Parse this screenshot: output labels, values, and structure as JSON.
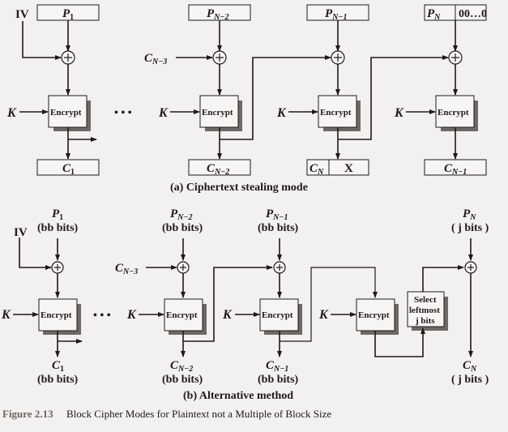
{
  "figure": {
    "number": "Figure 2.13",
    "title": "Block Cipher Modes for Plaintext not a Multiple of Block Size"
  },
  "part_a": {
    "caption": "(a) Ciphertext stealing mode",
    "iv": "IV",
    "key": "K",
    "encrypt": "Encrypt",
    "ellipsis": "• • •",
    "inputs": {
      "p1": {
        "base": "P",
        "sub": "1"
      },
      "pn2": {
        "base": "P",
        "sub": "N−2"
      },
      "pn1": {
        "base": "P",
        "sub": "N−1"
      },
      "pn": {
        "base": "P",
        "sub": "N",
        "pad": "00…0"
      }
    },
    "chain_in": {
      "base": "C",
      "sub": "N−3"
    },
    "outputs": {
      "c1": {
        "base": "C",
        "sub": "1"
      },
      "cn2": {
        "base": "C",
        "sub": "N−2"
      },
      "cn": {
        "base": "C",
        "sub": "N",
        "discard": "X"
      },
      "cn1": {
        "base": "C",
        "sub": "N−1"
      }
    }
  },
  "part_b": {
    "caption": "(b) Alternative method",
    "iv": "IV",
    "key": "K",
    "encrypt": "Encrypt",
    "ellipsis": "• • •",
    "select_lines": [
      "Select",
      "leftmost",
      "j bits"
    ],
    "bb_bits": "(bb bits)",
    "j_bits": "( j bits )",
    "inputs": {
      "p1": {
        "base": "P",
        "sub": "1"
      },
      "pn2": {
        "base": "P",
        "sub": "N−2"
      },
      "pn1": {
        "base": "P",
        "sub": "N−1"
      },
      "pn": {
        "base": "P",
        "sub": "N"
      }
    },
    "chain_in": {
      "base": "C",
      "sub": "N−3"
    },
    "outputs": {
      "c1": {
        "base": "C",
        "sub": "1"
      },
      "cn2": {
        "base": "C",
        "sub": "N−2"
      },
      "cn1": {
        "base": "C",
        "sub": "N−1"
      },
      "cn": {
        "base": "C",
        "sub": "N"
      }
    }
  },
  "colors": {
    "background": "#f2f1f0",
    "ink": "#1e1a17",
    "shadow": "#6e6966",
    "box_fill": "#f6f5f3"
  }
}
